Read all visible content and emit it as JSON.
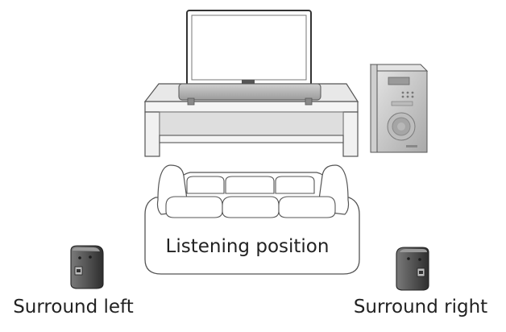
{
  "labels": {
    "listening_position": "Listening position",
    "surround_left": "Surround left",
    "surround_right": "Surround right"
  },
  "colors": {
    "outline": "#555555",
    "furniture_fill": "#ffffff",
    "furniture_shade": "#e6e6e6",
    "furniture_dark": "#cfcfcf",
    "screen_fill": "#ffffff",
    "soundbar_fill": "#b9b9b9",
    "subwoofer_light": "#d4d4d4",
    "subwoofer_dark": "#a8a8a8",
    "speaker_dark": "#3a3a3a",
    "speaker_mid": "#6a6a6a",
    "text": "#222222"
  }
}
